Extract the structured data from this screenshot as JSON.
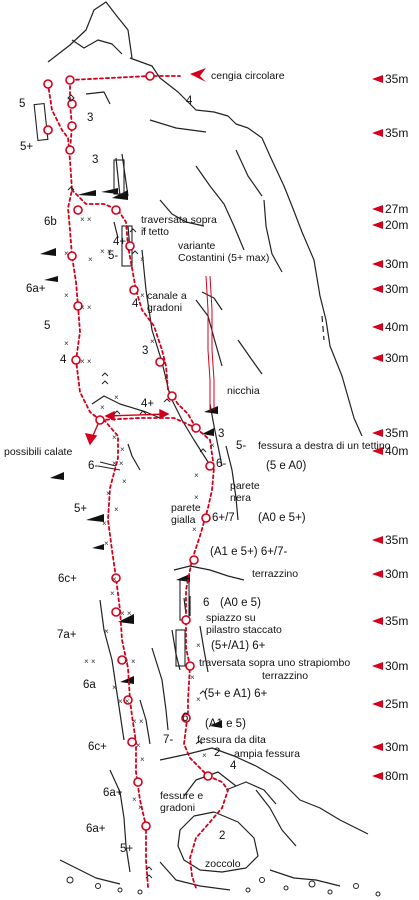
{
  "colors": {
    "route": "#d3001b",
    "rock": "#222222",
    "bolt": "#333333"
  },
  "labels": {
    "cengia": "cengia circolare",
    "traversata_tetto": "traversata sopra\nil tetto",
    "variante": "variante\nCostantini (5+ max)",
    "canale": "canale a\ngradoni",
    "nicchia": "nicchia",
    "calate": "possibili calate",
    "fessura_tettino": "fessura a destra di un tettino",
    "fessura_tettino_grade": "(5 e A0)",
    "parete_nera": "parete\nnera",
    "parete_gialla": "parete\ngialla",
    "terrazzino": "terrazzino",
    "spiazzo": "spiazzo su\npilastro staccato",
    "traversata_strapiombo": "traversata sopra uno strapiombo",
    "terrazzino2": "terrazzino",
    "fessura_dita": "fessura da dita",
    "ampia_fessura": "ampia fessura",
    "fessure_gradoni": "fessure e\ngradoni",
    "zoccolo": "zoccolo"
  },
  "grades_left": [
    "5",
    "5+",
    "6b",
    "6a+",
    "5",
    "4",
    "6-",
    "5+",
    "6c+",
    "7a+",
    "6a",
    "6c+",
    "6a+",
    "6a+",
    "5+"
  ],
  "grades_right": [
    "3",
    "3",
    "4+",
    "5-",
    "4",
    "3",
    "4+",
    "3",
    "5-",
    "6-",
    "6+/7",
    "(A0 e 5+)",
    "(A1 e 5+) 6+/7-",
    "6",
    "(A0 e 5)",
    "(5+/A1) 6+",
    "(5+ e A1) 6+",
    "6",
    "(A1 e 5)",
    "7-",
    "2",
    "4",
    "2",
    "4"
  ],
  "pitch_lengths": [
    "35m",
    "35m",
    "27m",
    "20m",
    "30m",
    "30m",
    "40m",
    "30m",
    "35m",
    "40m",
    "35m",
    "30m",
    "35m",
    "30m",
    "25m",
    "30m",
    "80m"
  ]
}
